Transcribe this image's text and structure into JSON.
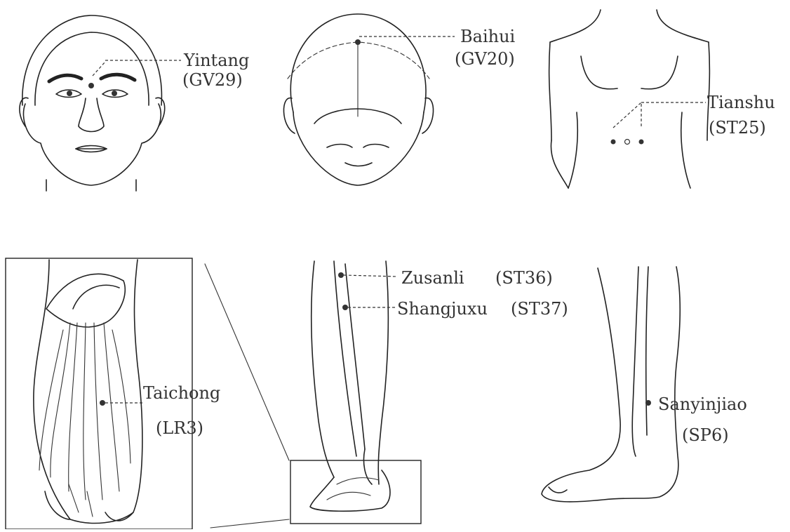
{
  "points": {
    "yintang": {
      "name": "Yintang",
      "code": "(GV29)"
    },
    "baihui": {
      "name": "Baihui",
      "code": "(GV20)"
    },
    "tianshu": {
      "name": "Tianshu",
      "code": "(ST25)"
    },
    "taichong": {
      "name": "Taichong",
      "code": "(LR3)"
    },
    "zusanli": {
      "name": "Zusanli",
      "code": "(ST36)"
    },
    "shangjuxu": {
      "name": "Shangjuxu",
      "code": "(ST37)"
    },
    "sanyinjiao": {
      "name": "Sanyinjiao",
      "code": "(SP6)"
    }
  },
  "colors": {
    "ink": "#222222",
    "text": "#333333",
    "background": "#ffffff"
  }
}
